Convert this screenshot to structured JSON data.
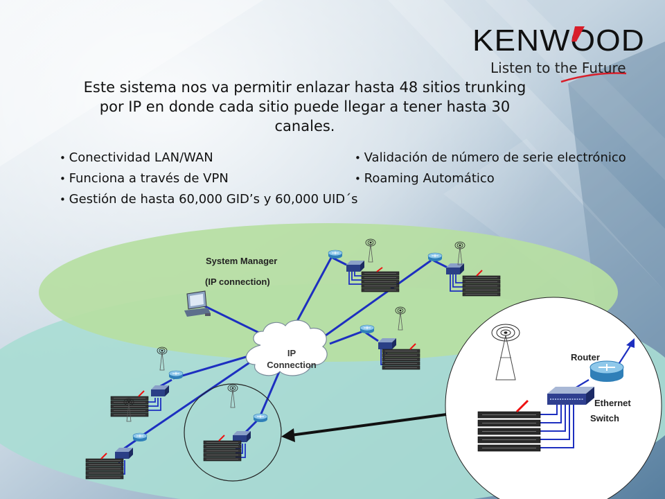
{
  "brand": {
    "name": "KENWOOD",
    "tagline": "Listen to the Future"
  },
  "headline": "Este sistema nos va permitir enlazar hasta 48 sitios trunking por IP en donde cada sitio puede llegar a tener hasta 30 canales.",
  "bullets_left": [
    "Conectividad LAN/WAN",
    "Funciona a través de VPN",
    "Gestión de hasta 60,000 GID’s y 60,000 UID´s"
  ],
  "bullets_right": [
    "Validación de número de serie electrónico",
    "Roaming Automático"
  ],
  "diagram": {
    "system_manager_label": "System Manager",
    "ip_connection_label": "(IP connection)",
    "cloud_line1": "IP",
    "cloud_line2": "Connection",
    "router_label": "Router",
    "switch_line1": "Ethernet",
    "switch_line2": "Switch"
  },
  "colors": {
    "link_blue": "#1d2fc0",
    "ellipse_green": "#b7dfa2",
    "ellipse_teal": "#a9dcd4",
    "background_blue": "#6f93b0",
    "logo_red": "#d81e2a"
  }
}
